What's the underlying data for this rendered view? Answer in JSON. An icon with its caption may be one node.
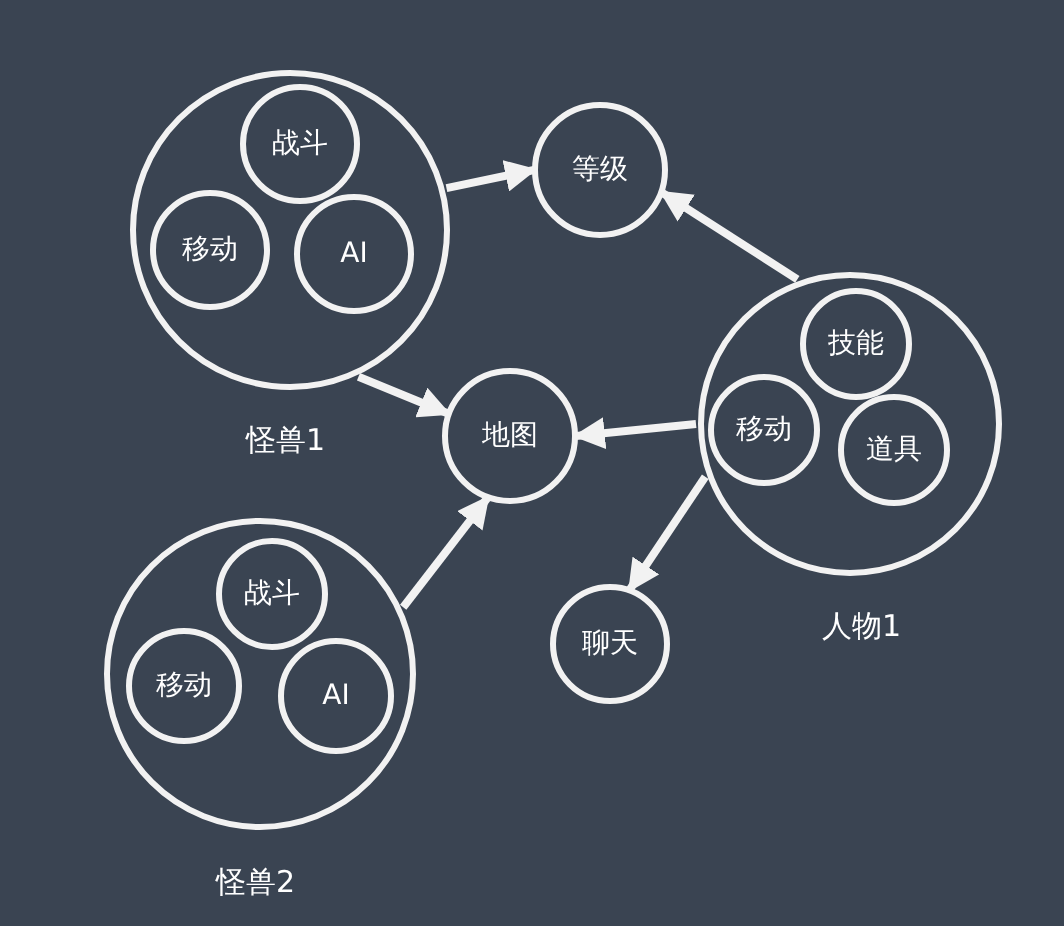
{
  "diagram": {
    "nodes": [
      {
        "text": [
          "怪兽1"
        ]
      },
      {
        "text": [
          "战斗"
        ],
        "in": 0
      },
      {
        "text": [
          "移动"
        ],
        "in": 0
      },
      {
        "text": [
          "AI"
        ],
        "in": 0
      },
      {
        "text": [
          "等级"
        ]
      },
      {
        "text": [
          "地图"
        ]
      },
      {
        "text": [
          "人物1"
        ]
      },
      {
        "text": [
          "技能"
        ],
        "in": 6
      },
      {
        "text": [
          "移动"
        ],
        "in": 6
      },
      {
        "text": [
          "道具"
        ],
        "in": 6
      },
      {
        "text": [
          "聊天"
        ]
      },
      {
        "text": [
          "怪兽2"
        ]
      },
      {
        "text": [
          "战斗"
        ],
        "in": 11
      },
      {
        "text": [
          "移动"
        ],
        "in": 11
      },
      {
        "text": [
          "AI"
        ],
        "in": 11
      }
    ],
    "edges": [
      {
        "from": 0,
        "to": 4,
        "arrow": "to"
      },
      {
        "from": 0,
        "to": 5,
        "arrow": "to"
      },
      {
        "from": 11,
        "to": 5,
        "arrow": "to"
      },
      {
        "from": 6,
        "to": 4,
        "arrow": "to"
      },
      {
        "from": 6,
        "to": 5,
        "arrow": "to"
      },
      {
        "from": 6,
        "to": 10,
        "arrow": "to"
      }
    ]
  }
}
